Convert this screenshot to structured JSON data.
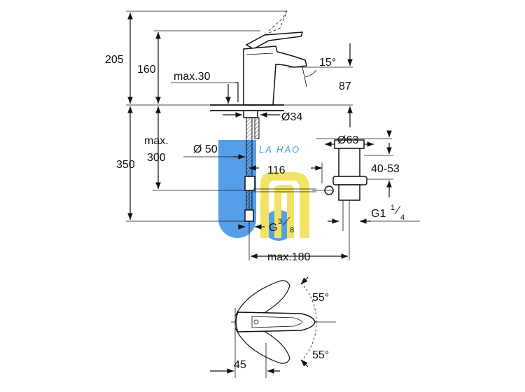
{
  "drawing": {
    "side_view": {
      "total_height_label": "205",
      "spout_height_label": "160",
      "lever_height_label": "max.30",
      "spout_angle_label": "15°",
      "spout_reach_label": "87",
      "hole_diameter_label": "Ø34",
      "below_height_label": "350",
      "max_label_line1": "max.",
      "max_label_line2": "300",
      "hose_diameter_label": "Ø 50",
      "distance_label": "116",
      "waste_diameter_label": "Ø63",
      "waste_range_label": "40-53",
      "connection_label": "G",
      "connection_fraction_num": "3",
      "connection_fraction_den": "8",
      "waste_thread_label": "G1",
      "waste_thread_num": "1",
      "waste_thread_den": "4",
      "max_width_label": "max.180"
    },
    "top_view": {
      "angle_top_label": "55°",
      "angle_bottom_label": "55°",
      "offset_label": "45"
    },
    "watermark": {
      "text": "LA HÀO",
      "blue": "#3a8ee6",
      "yellow": "#f2df4a"
    }
  }
}
